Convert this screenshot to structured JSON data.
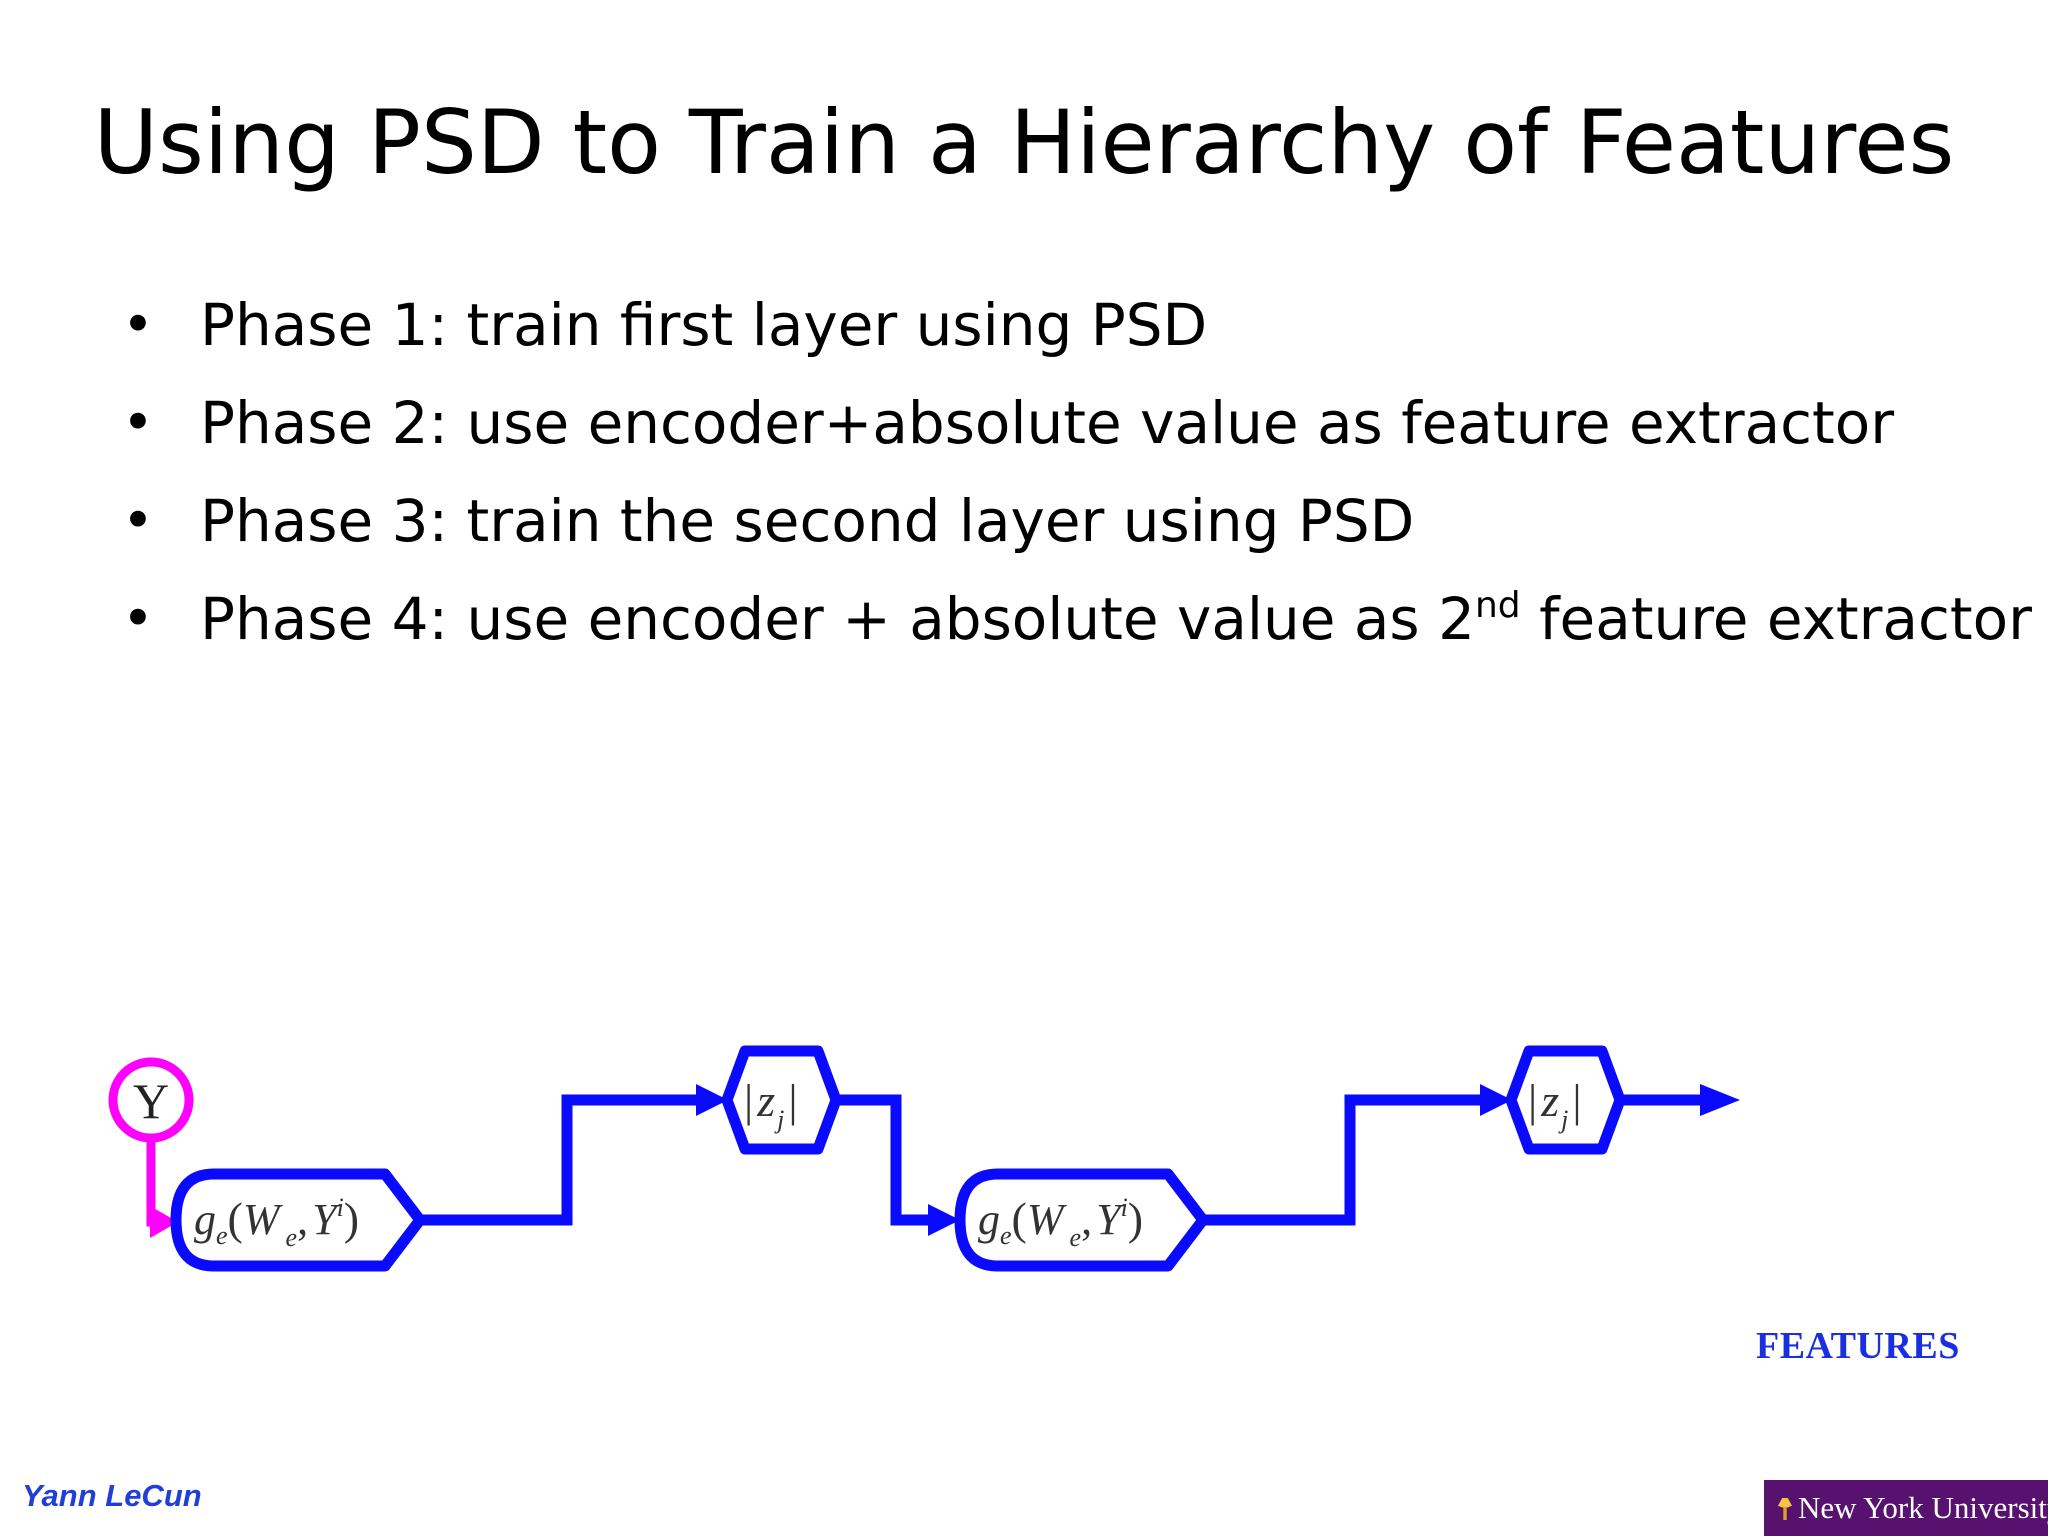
{
  "title": "Using PSD to Train a Hierarchy of Features",
  "bullets": [
    {
      "text": "Phase 1: train first layer using PSD"
    },
    {
      "text": "Phase 2: use encoder+absolute value as feature extractor"
    },
    {
      "text": "Phase 3: train the second layer using PSD"
    },
    {
      "text_before": "Phase 4: use encoder + absolute value as 2",
      "superscript": "nd",
      "text_after": " feature extractor"
    }
  ],
  "bullet_glyph": "•",
  "diagram": {
    "input_node": "Y",
    "encoder_label": {
      "g": "g",
      "g_sub": "e",
      "open": "(",
      "W": "W",
      "W_sub": "e",
      "comma": ",",
      "Y": "Y",
      "Y_sup": "i",
      "close": ")"
    },
    "abs_label": {
      "bar_left": "|",
      "z": "z",
      "z_sub": "j",
      "bar_right": "|"
    },
    "output_label": "FEATURES",
    "colors": {
      "pipeline": "#0a0aff",
      "input": "#ff00ff",
      "label_text": "#333333",
      "features_text": "#1a2fe0"
    }
  },
  "footer": {
    "author": "Yann LeCun",
    "institution": "New York University",
    "institution_bg": "#57116e",
    "author_color": "#1f3fd8",
    "institution_icon": "torch-icon"
  }
}
